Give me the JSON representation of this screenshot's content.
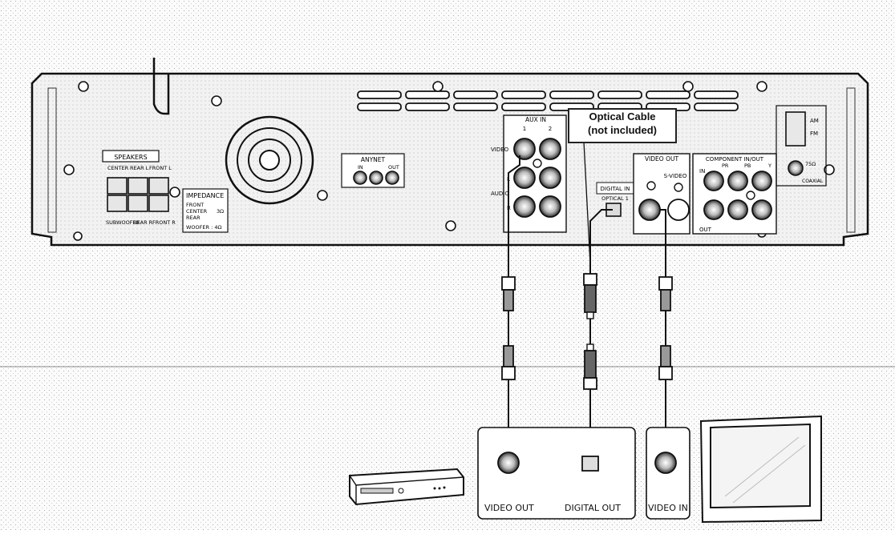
{
  "callout": {
    "title": "Optical Cable",
    "subtitle": "(not included)"
  },
  "receiver_panel": {
    "speakers_label": "SPEAKERS",
    "speaker_terminals_top": [
      "CENTER",
      "REAR L",
      "FRONT L"
    ],
    "speaker_terminals_bottom": [
      "SUBWOOFER",
      "REAR R",
      "FRONT R"
    ],
    "impedance_label": "IMPEDANCE",
    "impedance_lines": [
      "FRONT",
      "CENTER",
      "REAR",
      "WOOFER : 4Ω"
    ],
    "impedance_value": "3Ω",
    "anynet_label": "ANYNET",
    "anynet_ports": [
      "IN",
      "OUT"
    ],
    "aux_in_label": "AUX IN",
    "aux_in_columns": [
      "1",
      "2"
    ],
    "aux_rows": [
      "VIDEO",
      "AUDIO"
    ],
    "aux_channel_marks": [
      "L",
      "R"
    ],
    "digital_in_label": "DIGITAL IN",
    "digital_in_sub": "OPTICAL 1",
    "video_out_label": "VIDEO OUT",
    "svideo_label": "S-VIDEO",
    "component_label": "COMPONENT IN/OUT",
    "component_in": "IN",
    "component_out": "OUT",
    "component_channels": [
      "PR",
      "PB",
      "Y"
    ],
    "antenna_am": "AM",
    "antenna_fm": "FM",
    "antenna_fm_ohm": "75Ω",
    "antenna_coaxial": "COAXIAL"
  },
  "devices": {
    "source_ports": {
      "video_out": "VIDEO OUT",
      "digital_out": "DIGITAL OUT"
    },
    "tv_port": {
      "video_in": "VIDEO IN"
    }
  }
}
